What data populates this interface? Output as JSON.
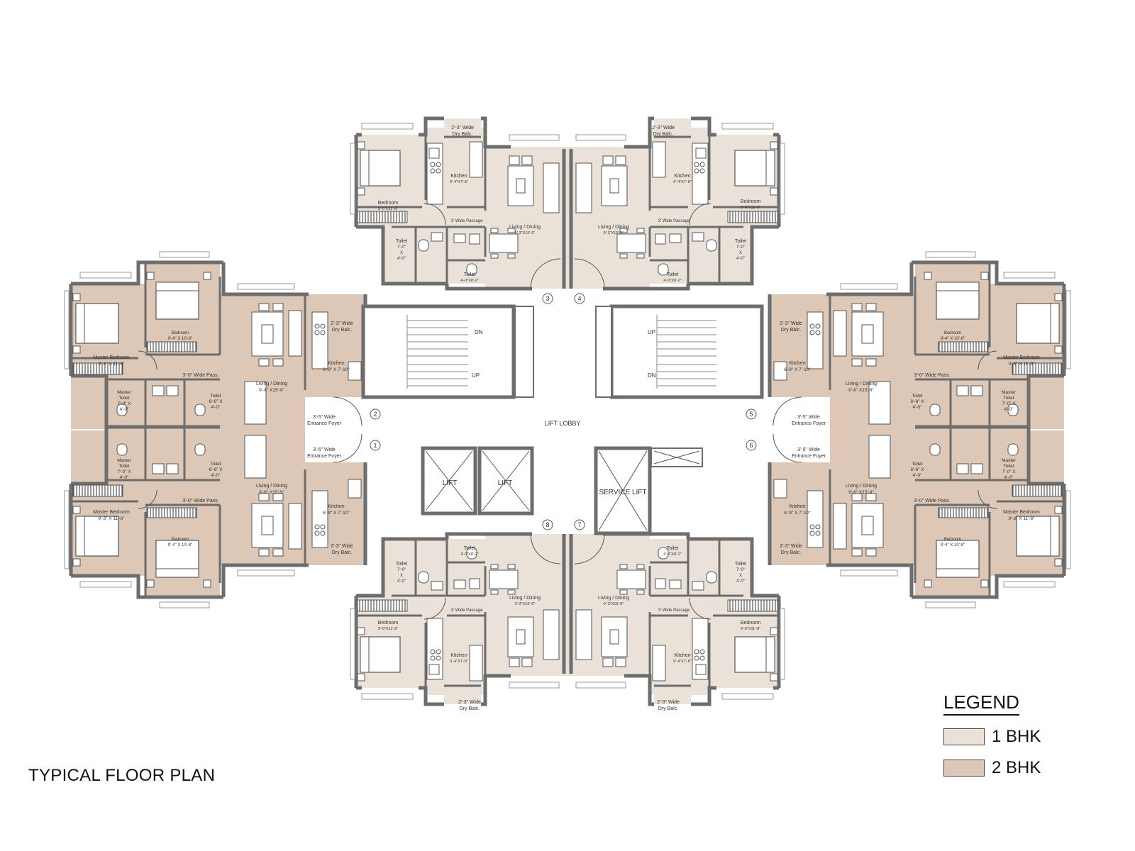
{
  "title": "TYPICAL FLOOR PLAN",
  "legend": {
    "title": "LEGEND",
    "items": [
      {
        "label": "1 BHK",
        "color": "#eae1d8"
      },
      {
        "label": "2 BHK",
        "color": "#ddc7b6"
      }
    ]
  },
  "colors": {
    "wall": "#6d6d6d",
    "window": "#b8b8b8",
    "ink": "#333333"
  },
  "core": {
    "lift_lobby": "LIFT LOBBY",
    "lift": "LIFT",
    "service_lift": "SERVICE LIFT",
    "stair_dn": "DN",
    "stair_up": "UP",
    "flat_numbers": [
      "1",
      "2",
      "3",
      "4",
      "5",
      "6",
      "7",
      "8"
    ]
  },
  "one_bhk": {
    "dry_balc_1": "2'-3\" Wide",
    "dry_balc_2": "Dry Balc.",
    "kitchen": "Kitchen",
    "kitchen_size": "6'-4\"X7'-8\"",
    "bedroom": "Bedroom",
    "bedroom_size": "9'-0\"X11'-8\"",
    "passage": "3' Wide Passage",
    "living": "Living / Dining",
    "living_size": "9'-3\"X15'-9\"",
    "toilet": "Toilet",
    "toilet_a_1": "7'-0\"",
    "toilet_a_2": "X",
    "toilet_a_3": "4'-0\"",
    "toilet_b_size": "4'-0\"X8'-2\""
  },
  "two_bhk": {
    "dry_balc_1": "2'-3\" Wide",
    "dry_balc_2": "Dry Balc.",
    "kitchen": "Kitchen",
    "kitchen_size": "6'-9\" X 7'-10\"",
    "bedroom": "Bedroom",
    "bedroom_size": "9'-4\" X 10'-8\"",
    "master_bedroom": "Master Bedroom",
    "master_bedroom_size": "9'-3\" X 11'-6\"",
    "passage": "3'-0\" Wide Pass.",
    "living": "Living / Dining",
    "living_size": "9'-6\" X15'-9\"",
    "foyer_1": "3'-5\" Wide",
    "foyer_2": "Entrance Foyer",
    "master_toilet_1": "Master",
    "master_toilet_2": "Toilet",
    "master_toilet_3": "7'-0\" X",
    "master_toilet_4": "4'-0\"",
    "toilet_1": "Toilet",
    "toilet_2": "6'-6\" X",
    "toilet_3": "4'-0\""
  }
}
